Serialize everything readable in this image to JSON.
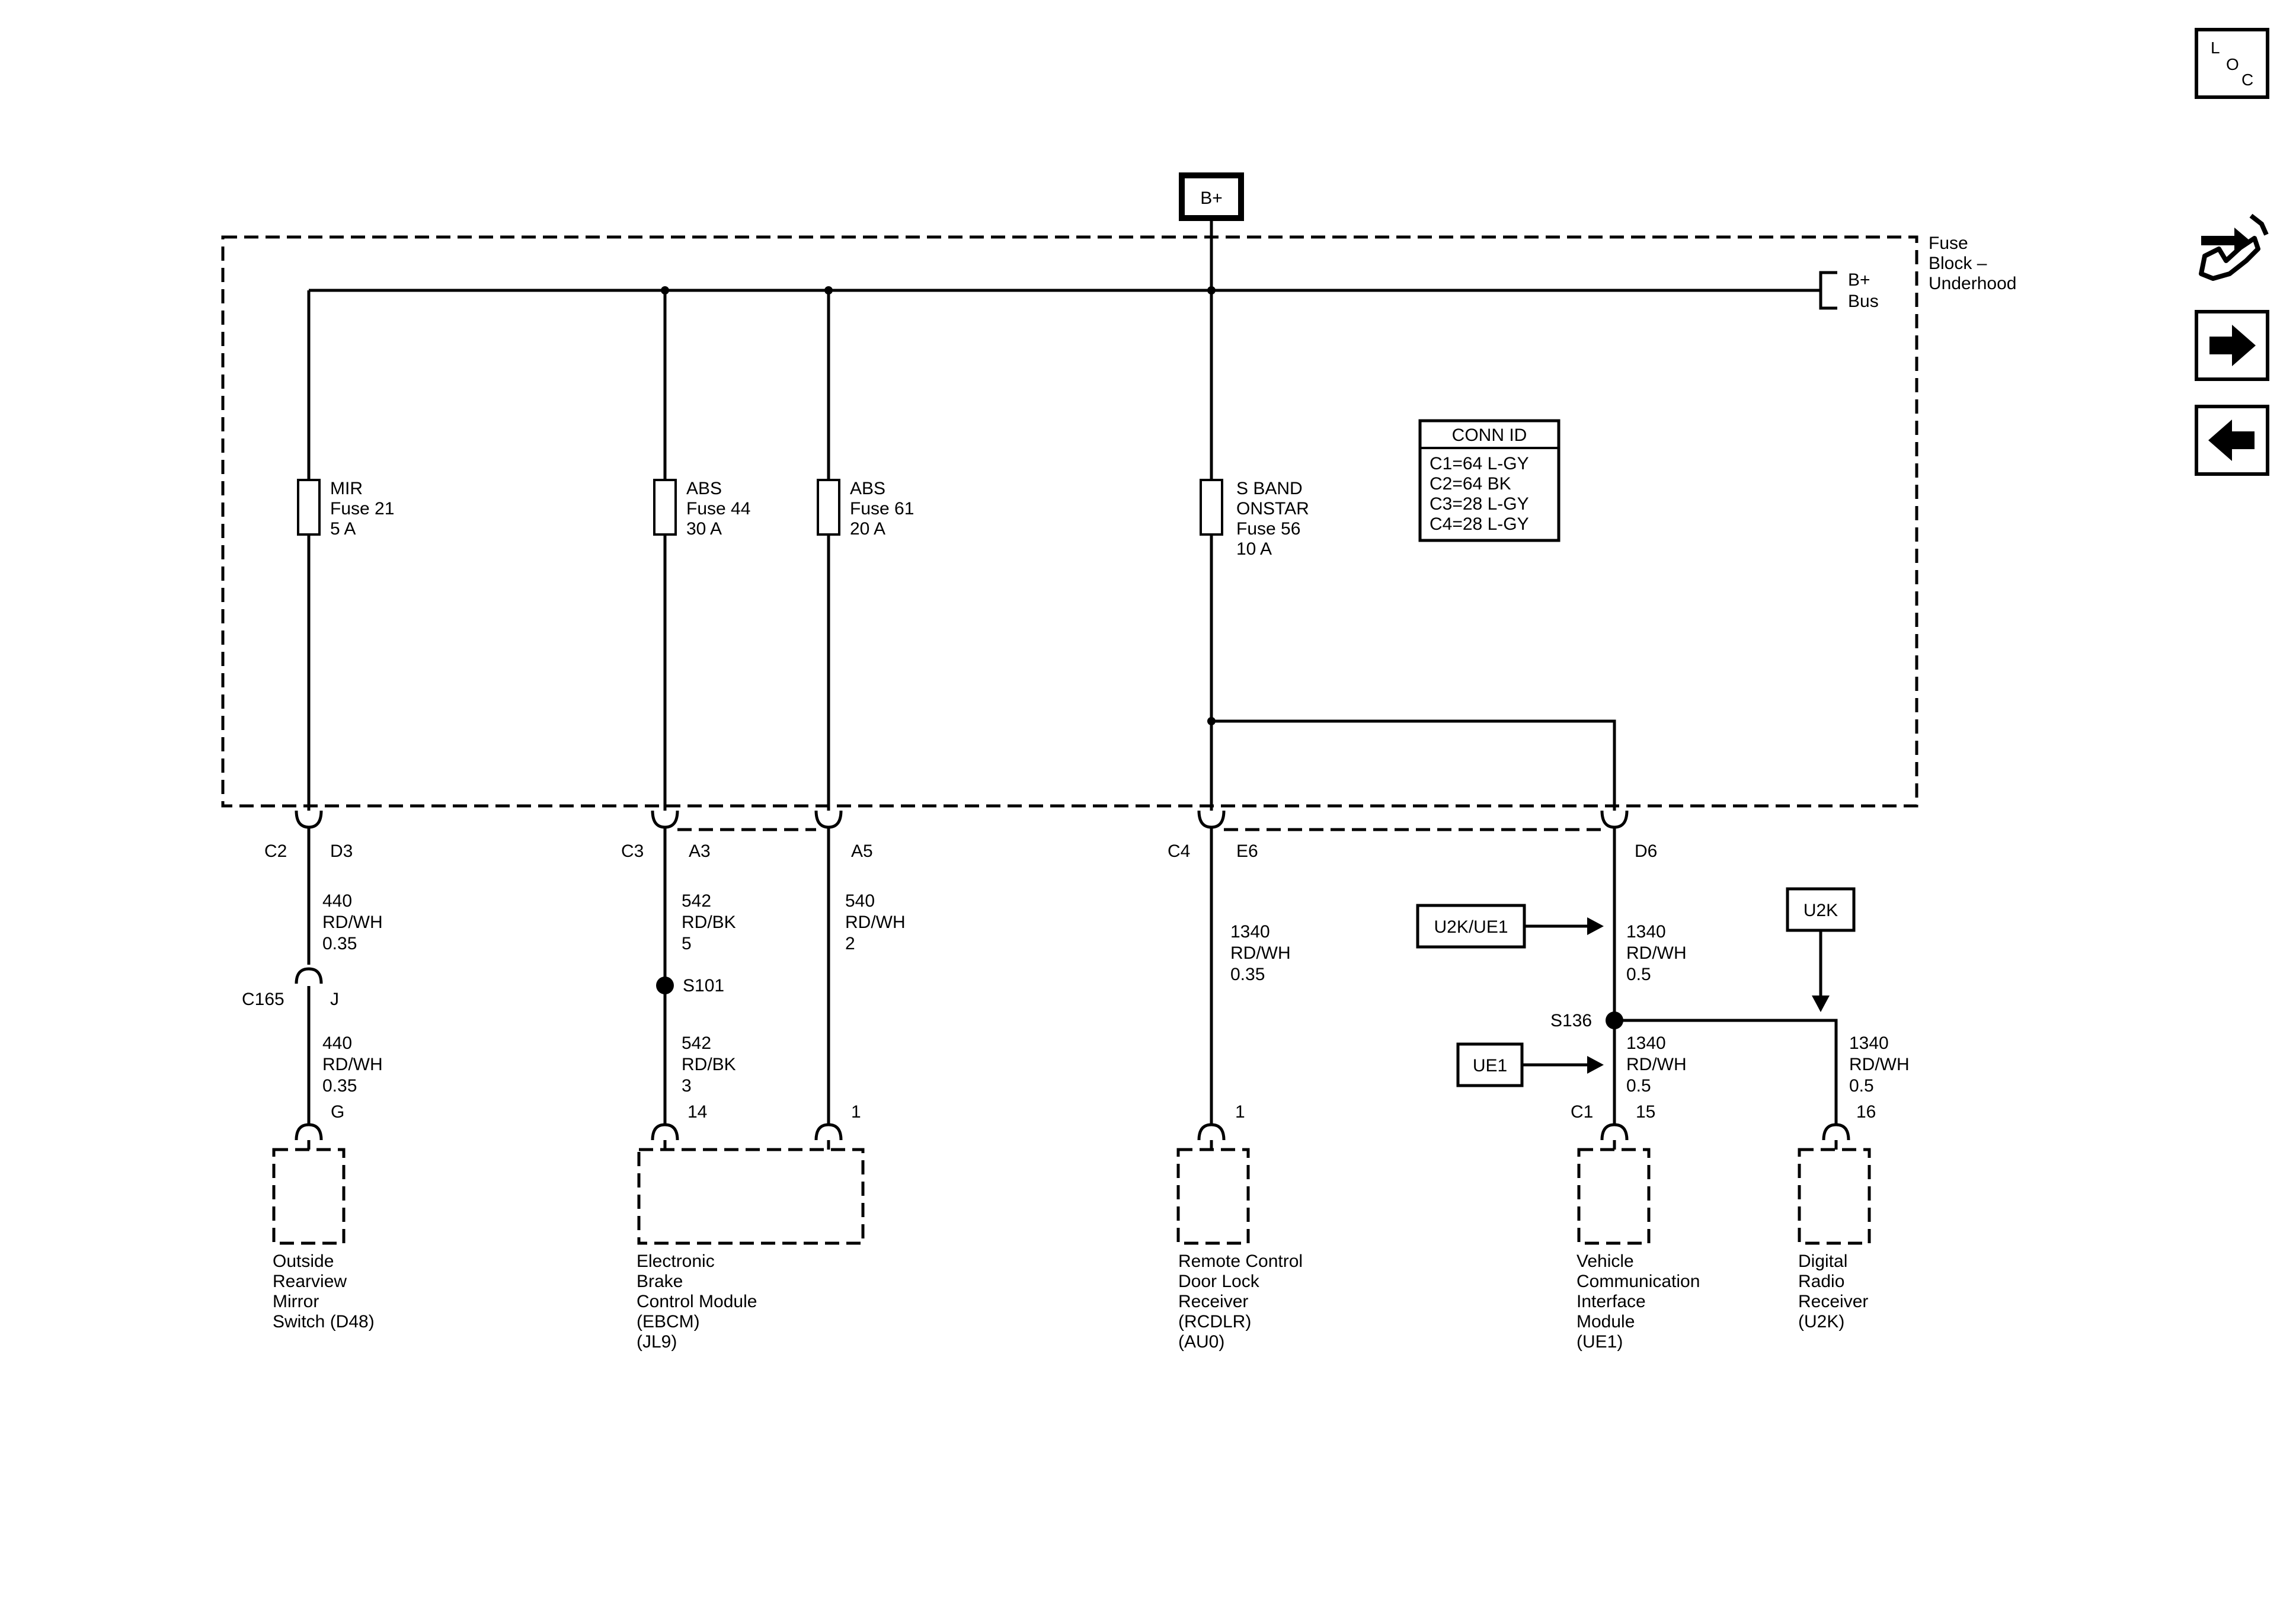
{
  "source": {
    "label": "B+"
  },
  "fuse_block": {
    "name_lines": [
      "Fuse",
      "Block –",
      "Underhood"
    ]
  },
  "bus": {
    "label_lines": [
      "B+",
      "Bus"
    ]
  },
  "conn_table": {
    "title": "CONN ID",
    "rows": [
      "C1=64 L-GY",
      "C2=64 BK",
      "C3=28 L-GY",
      "C4=28 L-GY"
    ]
  },
  "fuses": [
    {
      "lines": [
        "MIR",
        "Fuse 21",
        "5 A"
      ]
    },
    {
      "lines": [
        "ABS",
        "Fuse 44",
        "30 A"
      ]
    },
    {
      "lines": [
        "ABS",
        "Fuse 61",
        "20 A"
      ]
    },
    {
      "lines": [
        "S BAND",
        "ONSTAR",
        "Fuse 56",
        "10 A"
      ]
    }
  ],
  "connectors": {
    "c2": "C2",
    "d3": "D3",
    "c3": "C3",
    "a3": "A3",
    "a5": "A5",
    "c4": "C4",
    "e6": "E6",
    "d6": "D6",
    "c165": "C165",
    "j": "J",
    "g": "G",
    "p14": "14",
    "p1a": "1",
    "p1b": "1",
    "c1": "C1",
    "p15": "15",
    "p16": "16"
  },
  "splices": {
    "s101": "S101",
    "s136": "S136"
  },
  "wires": [
    {
      "lines": [
        "440",
        "RD/WH",
        "0.35"
      ]
    },
    {
      "lines": [
        "440",
        "RD/WH",
        "0.35"
      ]
    },
    {
      "lines": [
        "542",
        "RD/BK",
        "5"
      ]
    },
    {
      "lines": [
        "542",
        "RD/BK",
        "3"
      ]
    },
    {
      "lines": [
        "540",
        "RD/WH",
        "2"
      ]
    },
    {
      "lines": [
        "1340",
        "RD/WH",
        "0.35"
      ]
    },
    {
      "lines": [
        "1340",
        "RD/WH",
        "0.5"
      ]
    },
    {
      "lines": [
        "1340",
        "RD/WH",
        "0.5"
      ]
    },
    {
      "lines": [
        "1340",
        "RD/WH",
        "0.5"
      ]
    }
  ],
  "options": {
    "u2k_ue1": "U2K/UE1",
    "u2k": "U2K",
    "ue1": "UE1"
  },
  "components": [
    {
      "lines": [
        "Outside",
        "Rearview",
        "Mirror",
        "Switch (D48)"
      ]
    },
    {
      "lines": [
        "Electronic",
        "Brake",
        "Control Module",
        "(EBCM)",
        "(JL9)"
      ]
    },
    {
      "lines": [
        "Remote Control",
        "Door Lock",
        "Receiver",
        "(RCDLR)",
        "(AU0)"
      ]
    },
    {
      "lines": [
        "Vehicle",
        "Communication",
        "Interface",
        "Module",
        "(UE1)"
      ]
    },
    {
      "lines": [
        "Digital",
        "Radio",
        "Receiver",
        "(U2K)"
      ]
    }
  ],
  "nav": {
    "loc_letters": [
      "L",
      "O",
      "C"
    ],
    "icons": [
      "wrench-arrows-icon",
      "arrow-right-icon",
      "arrow-left-icon"
    ]
  }
}
